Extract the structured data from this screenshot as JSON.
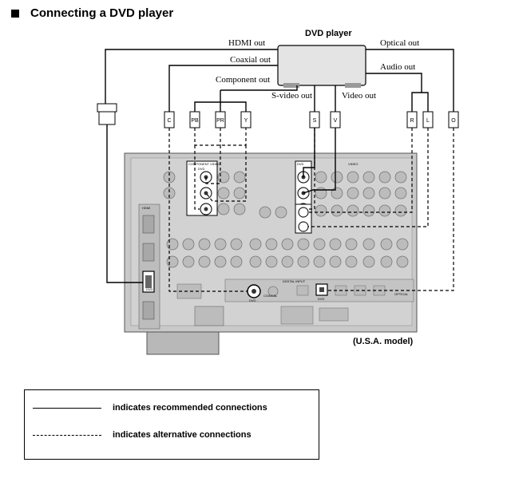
{
  "header": {
    "title": "Connecting a DVD player"
  },
  "device": {
    "name": "DVD player"
  },
  "outputs": {
    "hdmi": "HDMI out",
    "coaxial": "Coaxial out",
    "component": "Component out",
    "svideo": "S-video out",
    "video": "Video out",
    "optical": "Optical out",
    "audio": "Audio out"
  },
  "plugs": {
    "c": "C",
    "pb": "PB",
    "pr": "PR",
    "y": "Y",
    "s": "S",
    "v": "V",
    "r": "R",
    "l": "L",
    "o": "O"
  },
  "receiver": {
    "component_video": "COMPONENT VIDEO",
    "dvd": "DVD",
    "video": "VIDEO",
    "digital_input": "DIGITAL INPUT",
    "hdmi": "HDMI",
    "coaxial": "COAXIAL",
    "optical": "OPTICAL",
    "model": "(U.S.A. model)"
  },
  "legend": {
    "recommended": "indicates recommended connections",
    "alternative": "indicates alternative connections"
  }
}
